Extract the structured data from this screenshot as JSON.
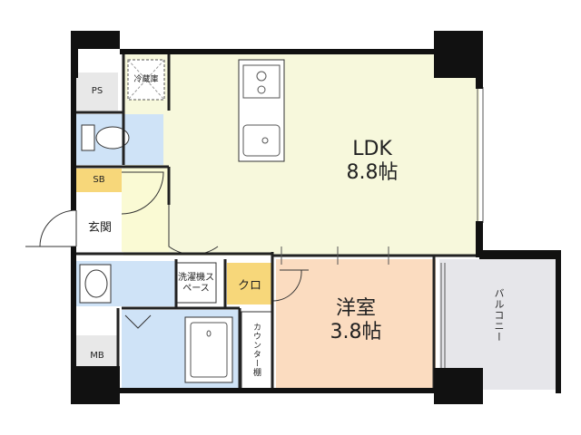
{
  "rooms": {
    "ldk": {
      "name": "LDK",
      "size": "8.8帖"
    },
    "western": {
      "name": "洋室",
      "size": "3.8帖"
    },
    "balcony": "バルコニー",
    "entrance": "玄関",
    "closet": "クロ",
    "washer": "洗濯機スペース",
    "counter": "カウンター棚",
    "fridge": "冷蔵庫",
    "ps": "PS",
    "sb": "SB",
    "mb": "MB"
  },
  "colors": {
    "ldk": "#f7f8dc",
    "western": "#fbdcc0",
    "water": "#cfe3f7",
    "closet": "#f7d77a",
    "entry_floor": "#fafad4",
    "balcony": "#e6e6ea",
    "wall": "#111111",
    "storage": "#e8e8e8"
  }
}
